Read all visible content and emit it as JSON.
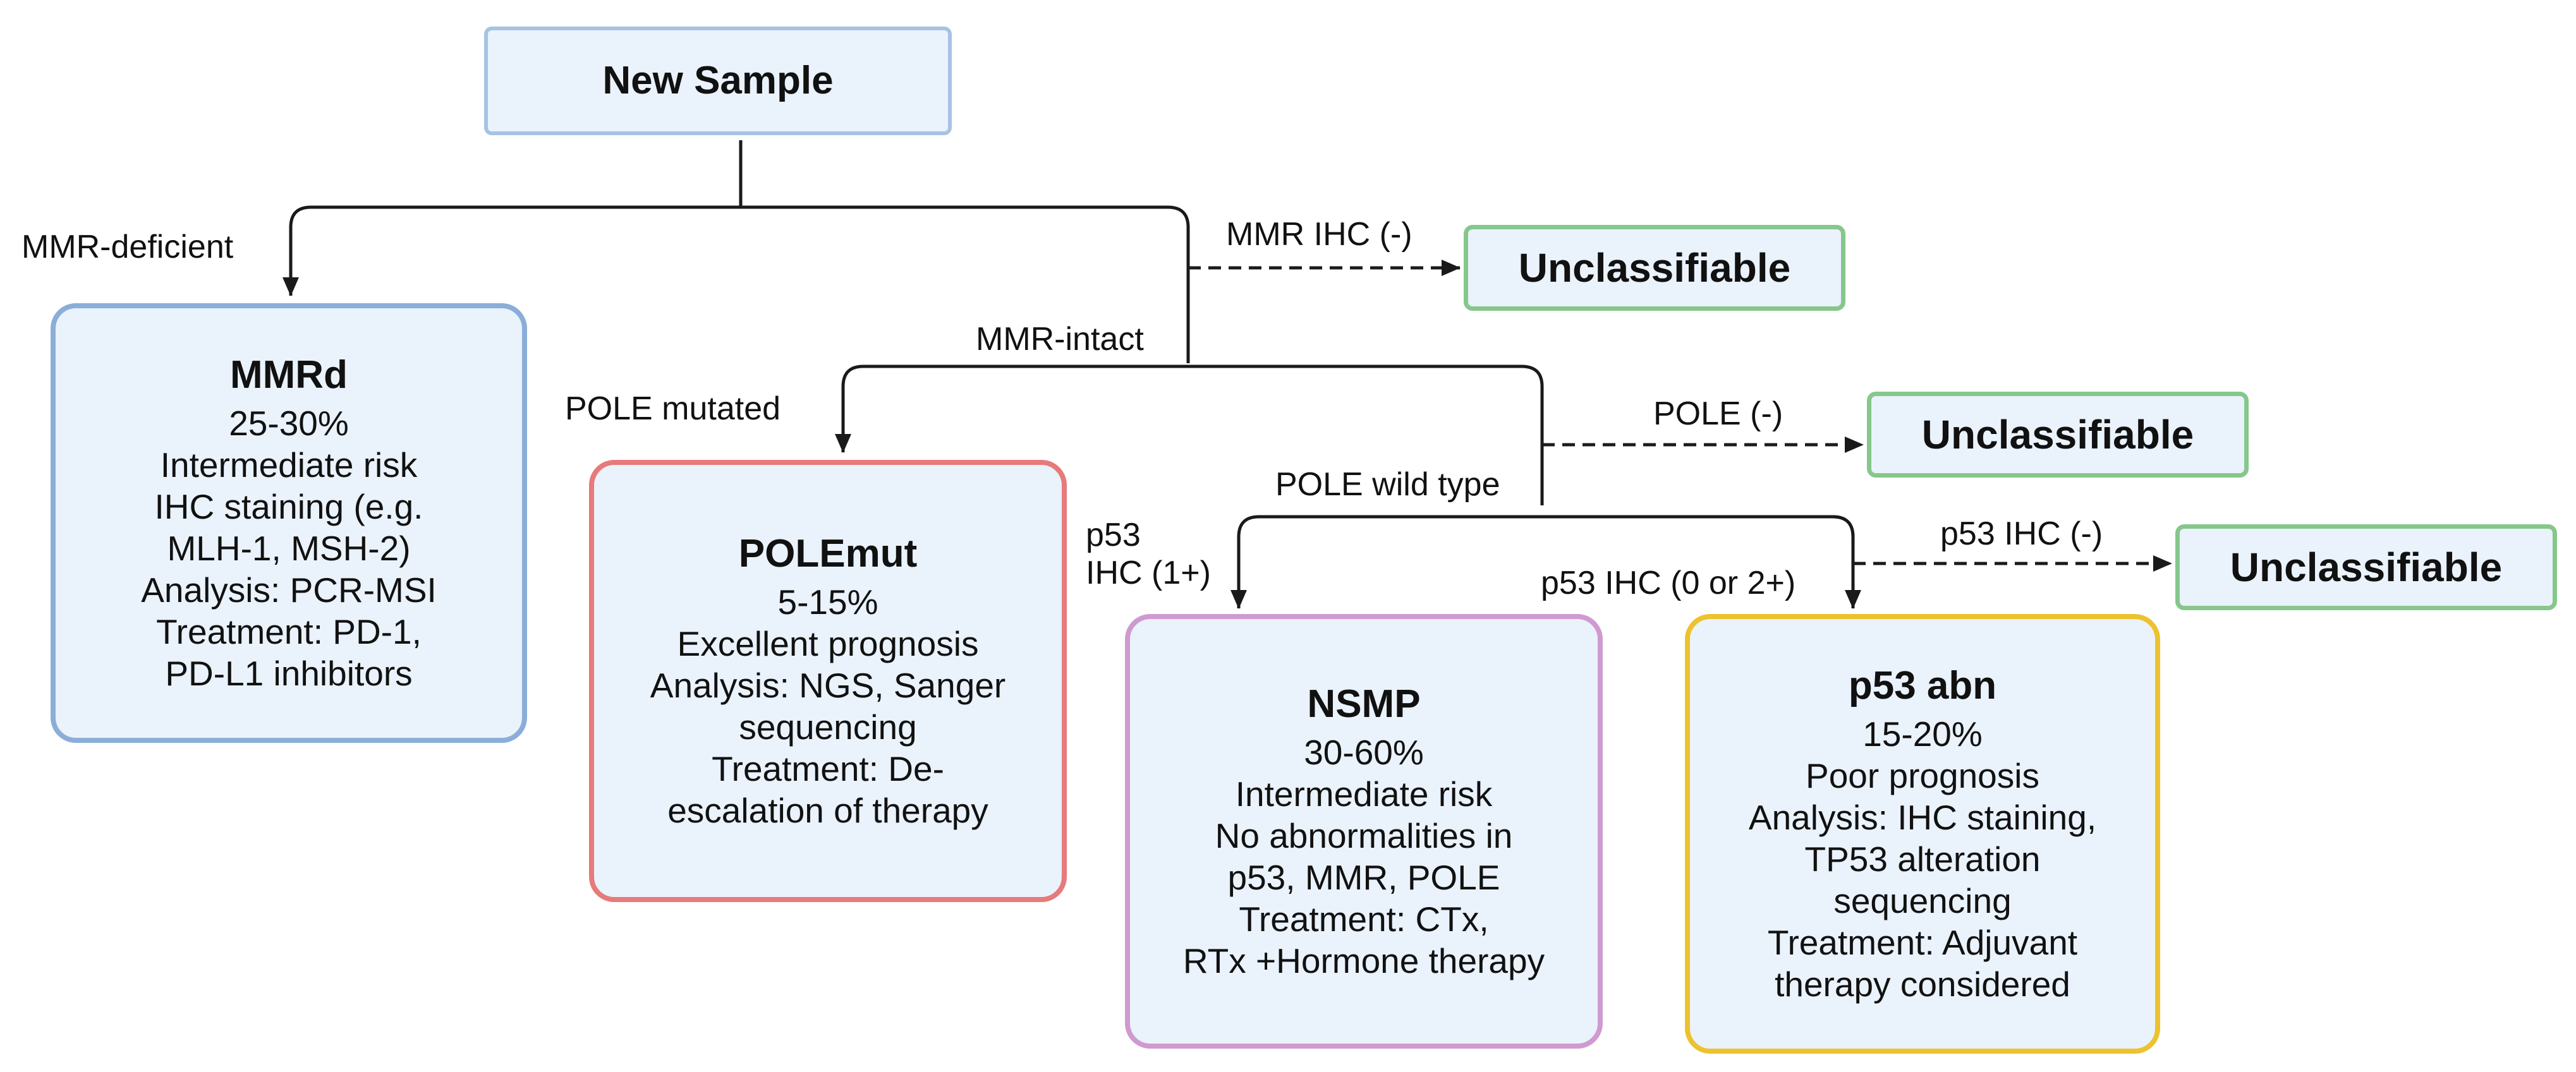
{
  "top": {
    "title": "New Sample"
  },
  "edges": {
    "mmr_deficient": "MMR-deficient",
    "mmr_ihc_neg": "MMR IHC (-)",
    "mmr_intact": "MMR-intact",
    "pole_mutated": "POLE mutated",
    "pole_neg": "POLE (-)",
    "pole_wild_type": "POLE wild type",
    "p53_ihc_1plus_line1": "p53",
    "p53_ihc_1plus_line2": "IHC (1+)",
    "p53_ihc_0_or_2plus": "p53 IHC (0 or 2+)",
    "p53_ihc_neg": "p53 IHC (-)"
  },
  "unclassifiable": [
    "Unclassifiable",
    "Unclassifiable",
    "Unclassifiable"
  ],
  "mmrd": {
    "title": "MMRd",
    "lines": [
      "25-30%",
      "Intermediate risk",
      "IHC staining (e.g.",
      "MLH-1, MSH-2)",
      "Analysis: PCR-MSI",
      "Treatment: PD-1,",
      "PD-L1 inhibitors"
    ]
  },
  "polemut": {
    "title": "POLEmut",
    "lines": [
      "5-15%",
      "Excellent prognosis",
      "Analysis: NGS, Sanger",
      "sequencing",
      "Treatment: De-",
      "escalation of therapy"
    ]
  },
  "nsmp": {
    "title": "NSMP",
    "lines": [
      "30-60%",
      "Intermediate risk",
      "No abnormalities in",
      "p53, MMR, POLE",
      "Treatment: CTx,",
      "RTx +Hormone therapy"
    ]
  },
  "p53abn": {
    "title": "p53 abn",
    "lines": [
      "15-20%",
      "Poor prognosis",
      "Analysis: IHC staining,",
      "TP53 alteration",
      "sequencing",
      "Treatment: Adjuvant",
      "therapy considered"
    ]
  },
  "colors": {
    "box_fill": "#eaf2fb",
    "mmrd_border": "#8aaed8",
    "polemut_border": "#e77a7a",
    "nsmp_border": "#cf9ad0",
    "p53abn_border": "#edc22e",
    "unclassifiable_border": "#86c78b",
    "connector": "#1a1a1a"
  }
}
